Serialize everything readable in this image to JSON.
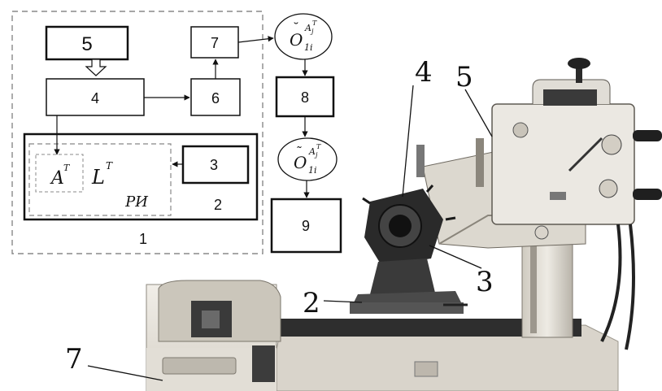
{
  "diagram": {
    "box_labels": {
      "b5": "5",
      "b4": "4",
      "b6": "6",
      "b7": "7",
      "b8": "8",
      "b9": "9",
      "b3": "3",
      "b2": "2",
      "group1": "1",
      "ri": "РИ"
    },
    "ellipse_top": {
      "base": "O",
      "accent": "˘",
      "sub": "1i",
      "sup": "A",
      "sup_sub": "j",
      "sup_sup": "T"
    },
    "ellipse_bottom": {
      "base": "O",
      "accent": "˜",
      "sub": "1i",
      "sup": "A",
      "sup_sub": "j",
      "sup_sup": "T"
    },
    "inner_symbols": {
      "a": {
        "base": "A",
        "sup": "T"
      },
      "l": {
        "base": "L",
        "sup": "T"
      }
    }
  },
  "photo": {
    "callouts": {
      "c4": "4",
      "c5": "5",
      "c3": "3",
      "c2": "2",
      "c7": "7"
    }
  },
  "colors": {
    "background": "#ffffff",
    "line": "#111111",
    "dashed": "#888888",
    "photo_dark": "#2a2a2a",
    "photo_light": "#e4e0d8"
  }
}
